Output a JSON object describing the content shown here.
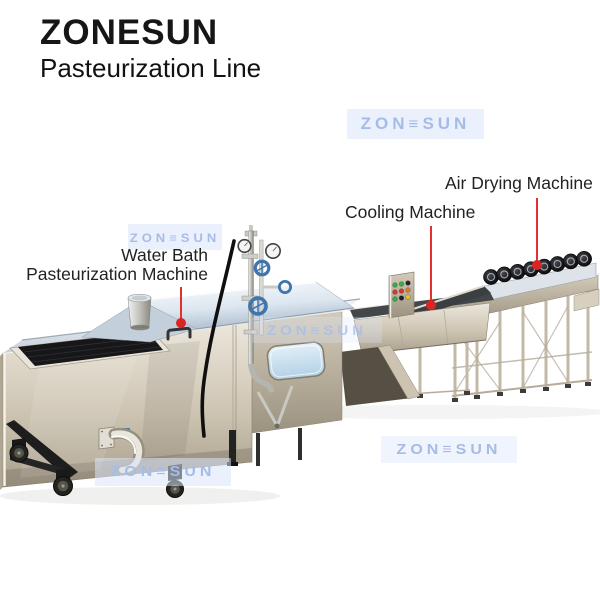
{
  "brand": {
    "name": "ZONESUN",
    "tagline": "Pasteurization Line"
  },
  "watermark": {
    "text": "ZON≡SUN"
  },
  "annotations": {
    "water_bath": {
      "label_line1": "Water Bath",
      "label_line2": "Pasteurization Machine"
    },
    "cooling": {
      "label": "Cooling Machine"
    },
    "air_drying": {
      "label": "Air Drying Machine"
    }
  },
  "colors": {
    "annotation_red": "#e1302e",
    "watermark_blue": "#a6bce8",
    "steel_champagne": "#cdc4b2",
    "hood_reflection": "#dde7f0",
    "handwheel_blue": "#3f74ad"
  }
}
